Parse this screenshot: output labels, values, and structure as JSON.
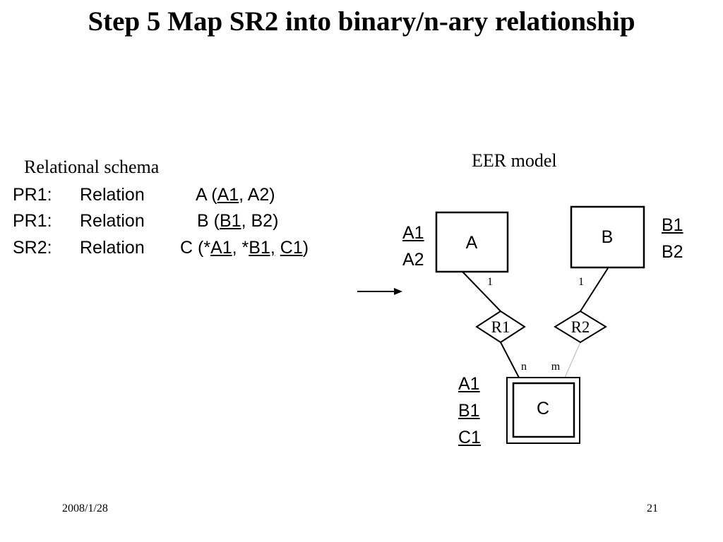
{
  "title": "Step 5 Map SR2 into binary/n-ary relationship",
  "relational_schema": {
    "heading": "Relational schema",
    "rows": [
      {
        "id": "PR1:",
        "keyword": "Relation",
        "name": "A",
        "open": " (",
        "fields": [
          {
            "text": "A1",
            "underline": true
          },
          {
            "text": ", ",
            "underline": false
          },
          {
            "text": "A2",
            "underline": false
          }
        ],
        "close": ")"
      },
      {
        "id": "PR1:",
        "keyword": "Relation",
        "name": "B",
        "open": " (",
        "fields": [
          {
            "text": "B1",
            "underline": true
          },
          {
            "text": ", ",
            "underline": false
          },
          {
            "text": "B2",
            "underline": false
          }
        ],
        "close": ")"
      },
      {
        "id": "SR2:",
        "keyword": "Relation",
        "name": "C",
        "open": " (*",
        "fields": [
          {
            "text": "A1",
            "underline": true
          },
          {
            "text": ", *",
            "underline": false
          },
          {
            "text": "B1,",
            "underline": true
          },
          {
            "text": " ",
            "underline": false
          },
          {
            "text": "C1",
            "underline": true
          }
        ],
        "close": ")"
      }
    ]
  },
  "eer_model": {
    "heading": "EER model",
    "entities": {
      "a": "A",
      "b": "B",
      "c": "C"
    },
    "relationships": {
      "r1": "R1",
      "r2": "R2"
    },
    "cardinalities": {
      "a_r1": "1",
      "b_r2": "1",
      "r1_c": "n",
      "r2_c": "m"
    },
    "attributes": {
      "a": [
        {
          "text": "A1",
          "underline": true
        },
        {
          "text": "A2",
          "underline": false
        }
      ],
      "b": [
        {
          "text": "B1",
          "underline": true
        },
        {
          "text": "B2",
          "underline": false
        }
      ],
      "c": [
        {
          "text": "A1",
          "underline": true
        },
        {
          "text": "B1",
          "underline": true
        },
        {
          "text": "C1",
          "underline": true
        }
      ]
    }
  },
  "footer": {
    "date": "2008/1/28",
    "page": "21"
  }
}
